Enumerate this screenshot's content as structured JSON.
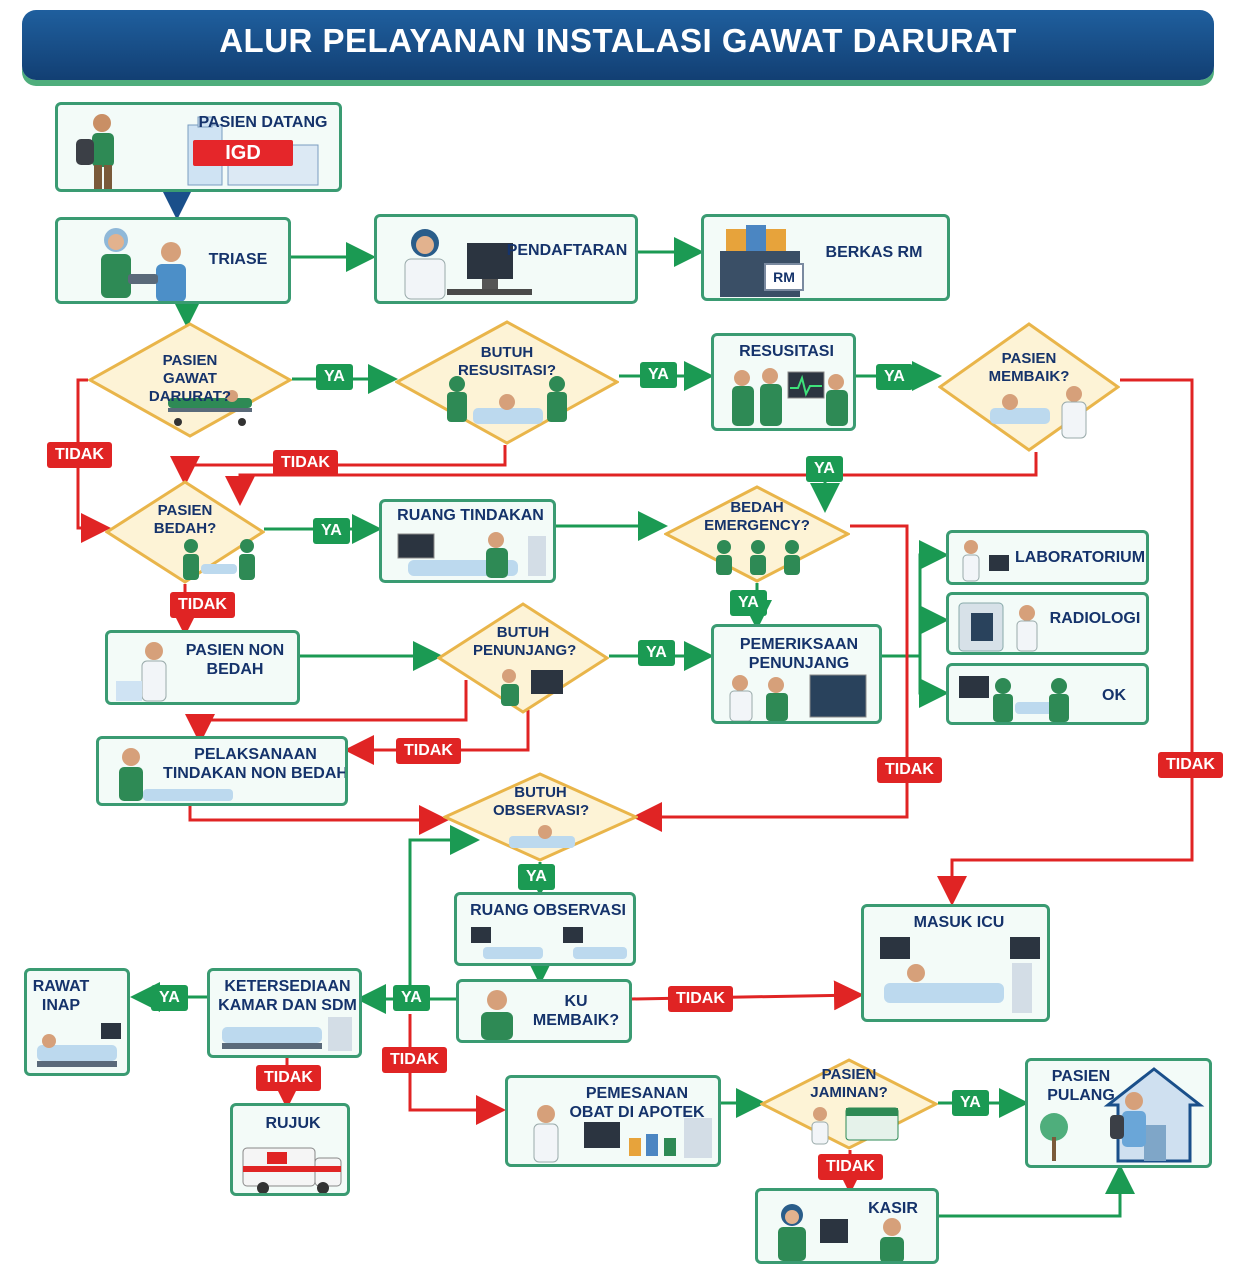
{
  "title": "ALUR PELAYANAN INSTALASI GAWAT DARURAT",
  "colors": {
    "header": "#1a4f8a",
    "yes": "#1b9a53",
    "no": "#e02424",
    "box_border": "#3a9b72",
    "text": "#15336b",
    "diamond_fill": "#fdf3d6",
    "diamond_border": "#e9b54a"
  },
  "labels": {
    "yes": "YA",
    "no": "TIDAK"
  },
  "nodes": {
    "pasien_datang": "PASIEN DATANG",
    "igd": "IGD",
    "triase": "TRIASE",
    "pendaftaran": "PENDAFTARAN",
    "berkas_rm": "BERKAS RM",
    "rm": "RM",
    "pasien_gawat_darurat": "PASIEN GAWAT DARURAT?",
    "butuh_resusitasi": "BUTUH RESUSITASI?",
    "resusitasi": "RESUSITASI",
    "pasien_membaik": "PASIEN MEMBAIK?",
    "pasien_bedah": "PASIEN BEDAH?",
    "ruang_tindakan": "RUANG TINDAKAN",
    "bedah_emergency": "BEDAH EMERGENCY?",
    "laboratorium": "LABORATORIUM",
    "radiologi": "RADIOLOGI",
    "ok": "OK",
    "pasien_non_bedah": "PASIEN NON BEDAH",
    "butuh_penunjang": "BUTUH PENUNJANG?",
    "pemeriksaan_penunjang": "PEMERIKSAAN PENUNJANG",
    "pelaksanaan_tindakan": "PELAKSANAAN TINDAKAN NON BEDAH",
    "butuh_observasi": "BUTUH OBSERVASI?",
    "ruang_observasi": "RUANG OBSERVASI",
    "ku_membaik": "KU MEMBAIK?",
    "masuk_icu": "MASUK ICU",
    "ketersediaan": "KETERSEDIAAN KAMAR DAN SDM",
    "rawat_inap": "RAWAT INAP",
    "rujuk": "RUJUK",
    "pemesanan_obat": "PEMESANAN OBAT DI APOTEK",
    "pasien_jaminan": "PASIEN JAMINAN?",
    "pasien_pulang": "PASIEN PULANG",
    "kasir": "KASIR"
  },
  "icons": [
    "patient-icon",
    "hospital-building-icon",
    "nurse-icon",
    "computer-icon",
    "folders-icon",
    "stretcher-icon",
    "monitor-icon",
    "doctor-icon",
    "microscope-icon",
    "xray-icon",
    "bed-icon",
    "ambulance-icon",
    "pharmacy-icon",
    "insurance-card-icon",
    "house-icon"
  ]
}
